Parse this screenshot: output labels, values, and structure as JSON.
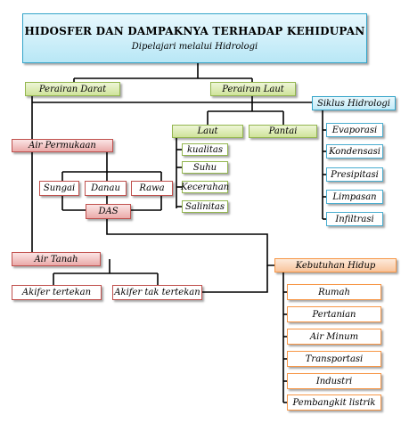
{
  "title": {
    "main": "HIDOSFER DAN DAMPAKNYA TERHADAP KEHIDUPAN",
    "sub": "Dipelajari melalui Hidrologi"
  },
  "perairan_darat": "Perairan Darat",
  "perairan_laut": "Perairan Laut",
  "siklus": {
    "label": "Siklus Hidrologi",
    "items": [
      "Evaporasi",
      "Kondensasi",
      "Presipitasi",
      "Limpasan",
      "Infiltrasi"
    ]
  },
  "laut": {
    "label": "Laut",
    "items": [
      "kualitas",
      "Suhu",
      "Kecerahan",
      "Salinitas"
    ]
  },
  "pantai": "Pantai",
  "air_permukaan": {
    "label": "Air Permukaan",
    "items": [
      "Sungai",
      "Danau",
      "Rawa"
    ],
    "das": "DAS"
  },
  "air_tanah": {
    "label": "Air Tanah",
    "items": [
      "Akifer tertekan",
      "Akifer tak tertekan"
    ]
  },
  "kebutuhan": {
    "label": "Kebutuhan Hidup",
    "items": [
      "Rumah",
      "Pertanian",
      "Air Minum",
      "Transportasi",
      "Industri",
      "Pembangkit listrik"
    ]
  }
}
